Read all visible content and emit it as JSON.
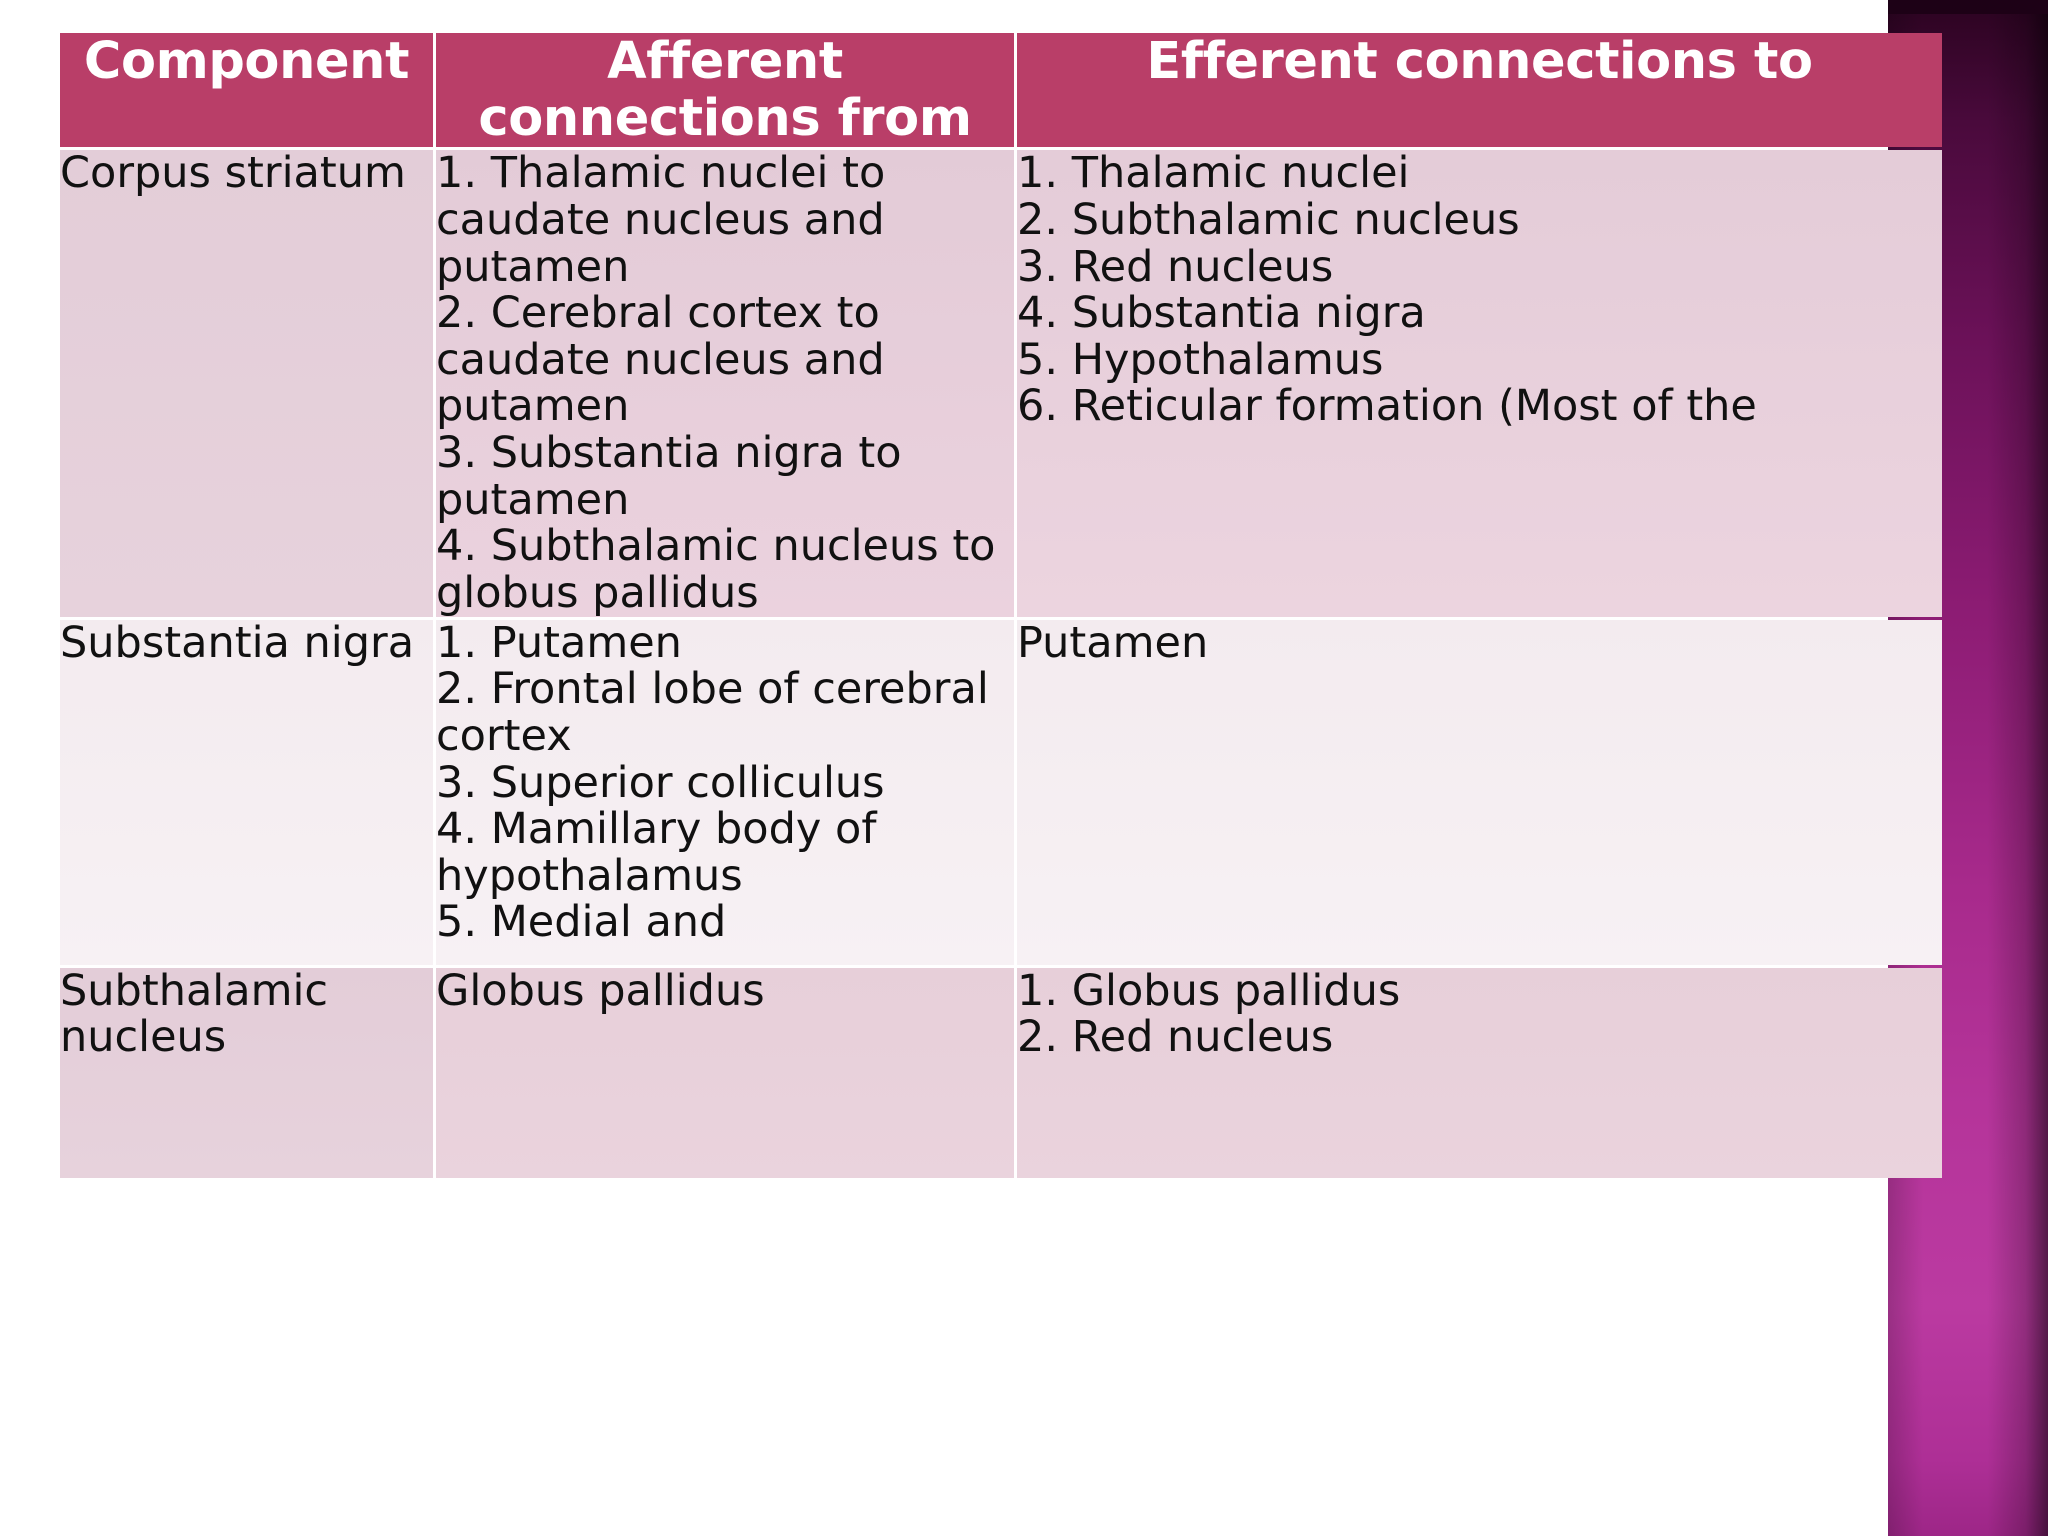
{
  "accent_colors": {
    "header_bg": "#b93e68",
    "header_text": "#ffffff",
    "row_shaded_bg": "#e3ccd7",
    "row_light_bg": "#f4ecf0",
    "body_text": "#111111",
    "decor_bar_top": "#2b0320",
    "decor_bar_bottom": "#bb3aa1"
  },
  "table": {
    "headers": {
      "component": "Component",
      "afferent": "Afferent connections from",
      "efferent": "Efferent connections to"
    },
    "rows": [
      {
        "component": "Corpus striatum",
        "afferent": "1. Thalamic nuclei to caudate nucleus and\nputamen\n2. Cerebral cortex to caudate nucleus and\nputamen\n3. Substantia nigra to putamen\n4. Subthalamic nucleus to globus pallidus",
        "efferent": "1. Thalamic nuclei\n2. Subthalamic nucleus\n3. Red nucleus\n4. Substantia nigra\n5. Hypothalamus\n6. Reticular formation (Most of the"
      },
      {
        "component": "Substantia nigra",
        "afferent": "1. Putamen\n2. Frontal lobe of cerebral cortex\n3. Superior colliculus\n4. Mamillary body of hypothalamus\n5. Medial and",
        "efferent": "Putamen"
      },
      {
        "component": "Subthalamic nucleus",
        "afferent": "Globus pallidus",
        "efferent": "1. Globus pallidus\n2. Red nucleus"
      }
    ]
  }
}
